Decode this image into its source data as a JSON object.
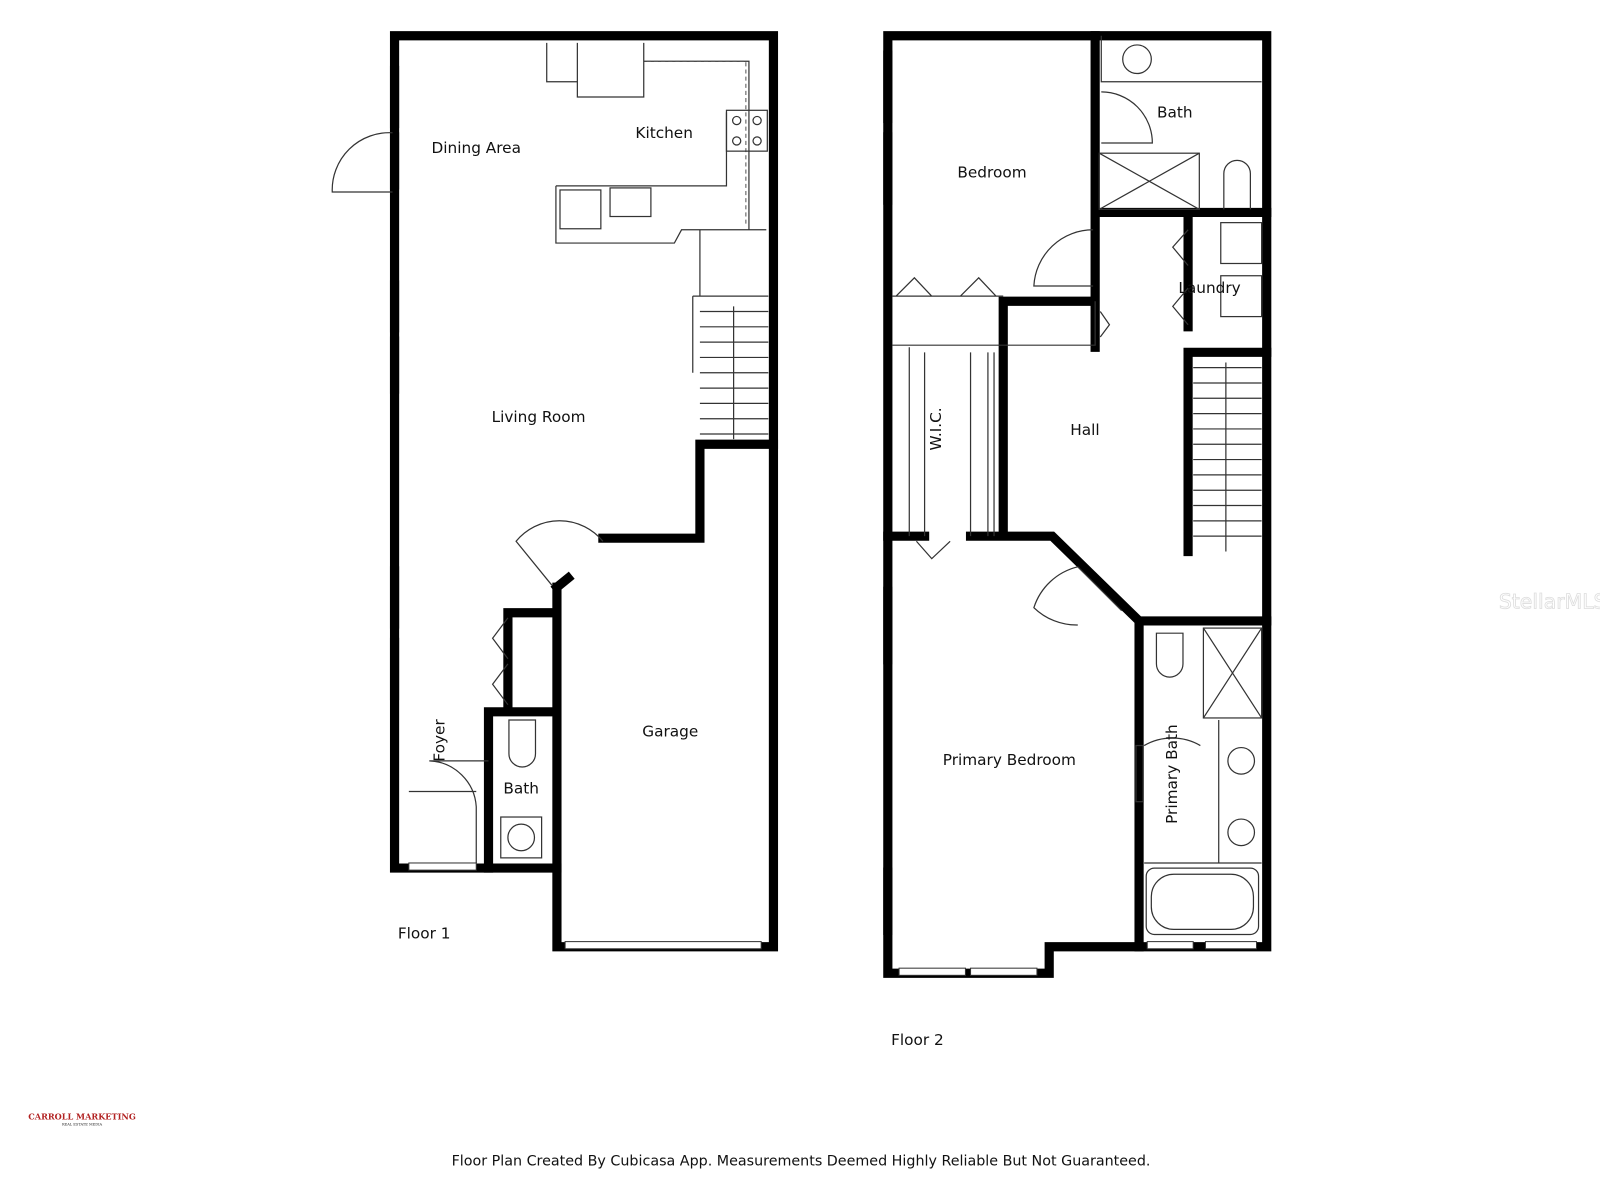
{
  "floor1": {
    "label": "Floor 1",
    "rooms": {
      "dining": "Dining Area",
      "kitchen": "Kitchen",
      "living": "Living Room",
      "foyer": "Foyer",
      "bath": "Bath",
      "garage": "Garage"
    }
  },
  "floor2": {
    "label": "Floor 2",
    "rooms": {
      "bedroom": "Bedroom",
      "bath": "Bath",
      "laundry": "Laundry",
      "wic": "W.I.C.",
      "hall": "Hall",
      "primary_bedroom": "Primary Bedroom",
      "primary_bath": "Primary Bath"
    }
  },
  "footer_note": "Floor Plan Created By Cubicasa App. Measurements Deemed Highly Reliable But Not Guaranteed.",
  "logo": {
    "name": "CARROLL MARKETING",
    "tagline": "REAL ESTATE MEDIA",
    "color": "#b22222"
  },
  "watermark": "StellarMLS"
}
